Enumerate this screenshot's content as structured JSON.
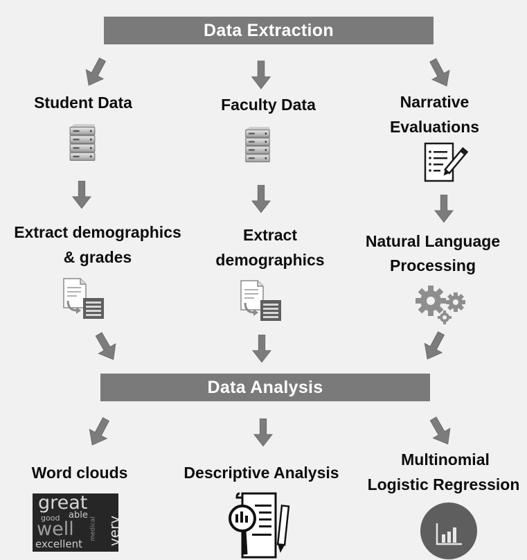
{
  "banners": {
    "extraction": "Data Extraction",
    "analysis": "Data Analysis"
  },
  "sources": {
    "student": "Student Data",
    "faculty": "Faculty Data",
    "narrative_line1": "Narrative",
    "narrative_line2": "Evaluations"
  },
  "processing": {
    "student_line1": "Extract demographics",
    "student_line2": "& grades",
    "faculty_line1": "Extract",
    "faculty_line2": "demographics",
    "narrative_line1": "Natural Language",
    "narrative_line2": "Processing"
  },
  "outputs": {
    "word_clouds": "Word clouds",
    "descriptive": "Descriptive Analysis",
    "multinomial_line1": "Multinomial",
    "multinomial_line2": "Logistic Regression"
  },
  "word_cloud_words": {
    "w1": "great",
    "w2": "good",
    "w3": "able",
    "w4": "well",
    "w5": "very",
    "w6": "excellent",
    "w7": "medical"
  },
  "icons": {
    "server": "server-icon",
    "evaluation": "evaluation-form-icon",
    "extract": "document-extract-icon",
    "gears": "gears-icon",
    "word_cloud": "word-cloud-icon",
    "magnifier": "magnifier-document-icon",
    "bar_chart": "bar-chart-icon"
  },
  "colors": {
    "banner": "#7a7a7a",
    "arrow": "#7c7c7c",
    "background": "#f1f1f1"
  }
}
